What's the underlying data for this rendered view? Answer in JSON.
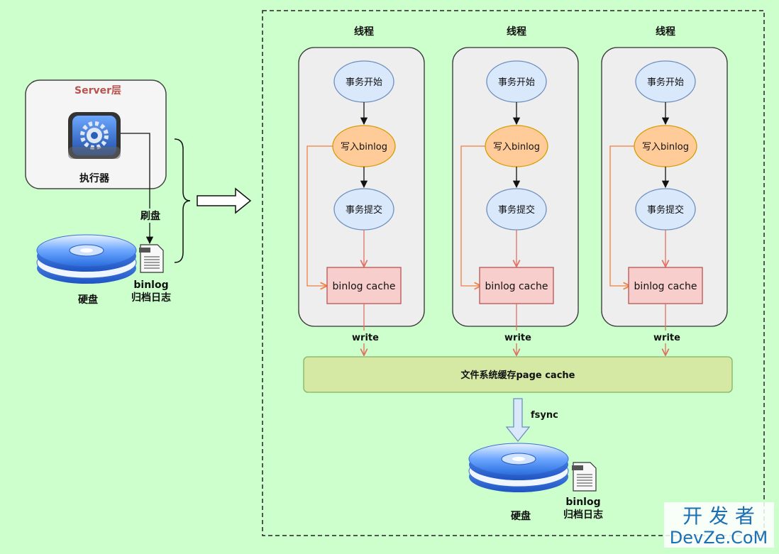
{
  "server": {
    "title": "Server层",
    "executor_label": "执行器",
    "flush_label": "刷盘",
    "disk_label": "硬盘",
    "file_label_line1": "binlog",
    "file_label_line2": "归档日志"
  },
  "threads": [
    {
      "header": "线程",
      "node_begin": "事务开始",
      "node_write": "写入binlog",
      "node_commit": "事务提交",
      "cache": "binlog cache",
      "write_label": "write"
    },
    {
      "header": "线程",
      "node_begin": "事务开始",
      "node_write": "写入binlog",
      "node_commit": "事务提交",
      "cache": "binlog cache",
      "write_label": "write"
    },
    {
      "header": "线程",
      "node_begin": "事务开始",
      "node_write": "写入binlog",
      "node_commit": "事务提交",
      "cache": "binlog cache",
      "write_label": "write"
    }
  ],
  "page_cache": {
    "label": "文件系统缓存page cache"
  },
  "fsync_label": "fsync",
  "bottom": {
    "disk_label": "硬盘",
    "file_label_line1": "binlog",
    "file_label_line2": "归档日志"
  },
  "watermark": {
    "line1": "开 发 者",
    "line2": "DevZe.CoM"
  },
  "colors": {
    "background": "#ccffcc",
    "node_blue": "#dae8fc",
    "node_blue_stroke": "#6c8ebf",
    "node_orange": "#ffcc99",
    "node_orange_stroke": "#d79b00",
    "cache_fill": "#f8cecc",
    "cache_stroke": "#b85450",
    "page_cache_fill": "#d5e8a4",
    "page_cache_stroke": "#82b366",
    "server_title": "#b85450",
    "watermark": "#1a6fb5"
  }
}
